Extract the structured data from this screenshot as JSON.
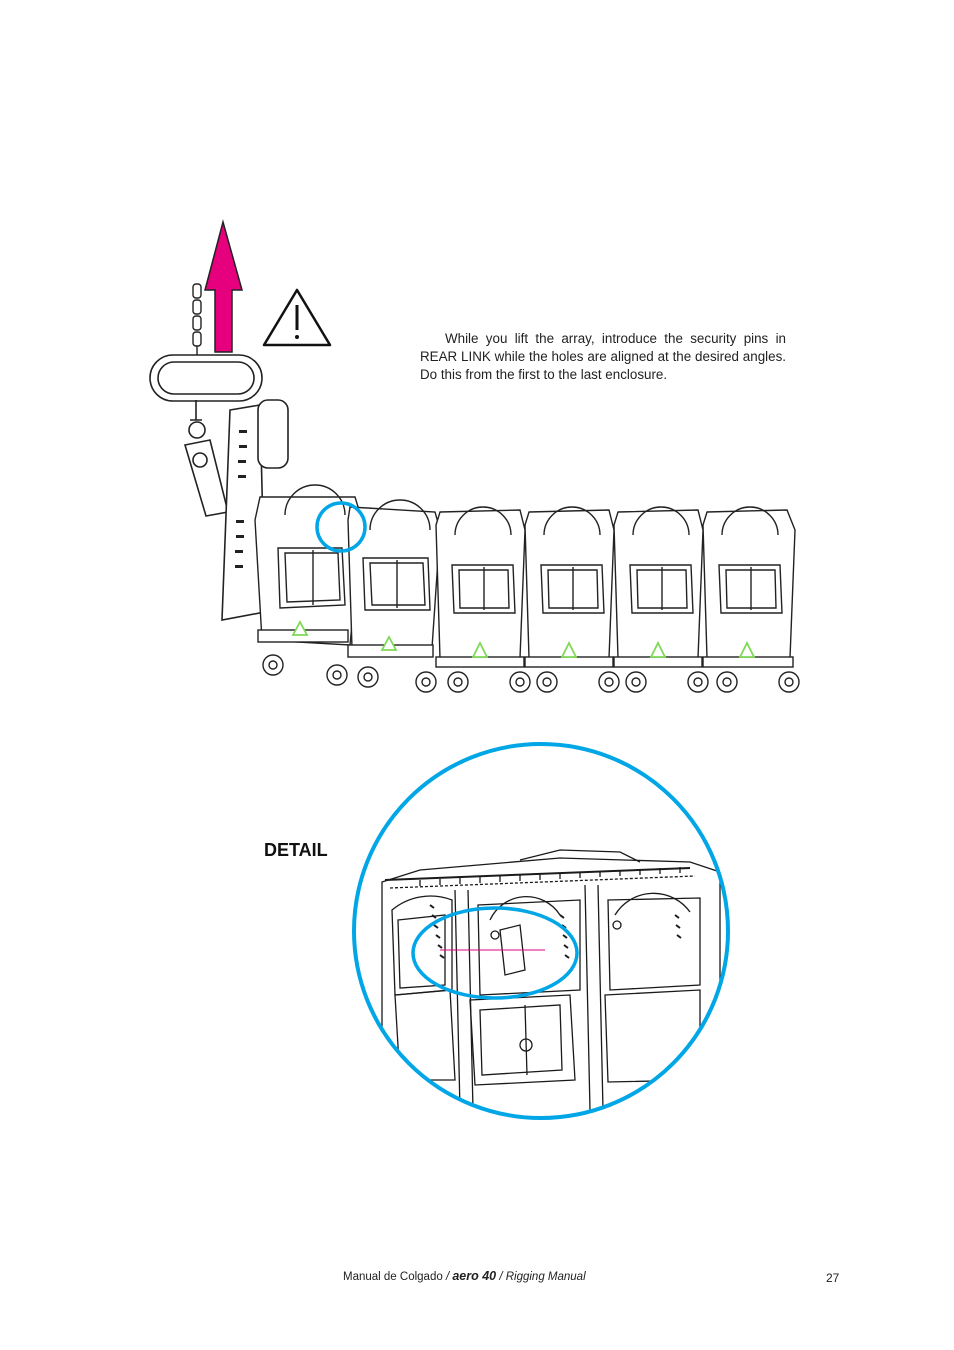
{
  "instruction": "While you lift the array, introduce the security pins in REAR LINK while the holes are aligned at the desired angles. Do this from the first to the last enclosure.",
  "detail_label": "DETAIL",
  "footer": {
    "prefix": "Manual de Colgado",
    "sep1": " / ",
    "brand": "aero 40",
    "sep2": " / ",
    "suffix": "Rigging Manual"
  },
  "page_number": "27",
  "colors": {
    "lift_arrow": "#e6007e",
    "highlight_circle": "#00a6e6",
    "pin_marker": "#7ed957",
    "line_art": "#1a1a1a"
  },
  "icons": [
    "warning-triangle-icon",
    "lift-arrow-icon"
  ]
}
